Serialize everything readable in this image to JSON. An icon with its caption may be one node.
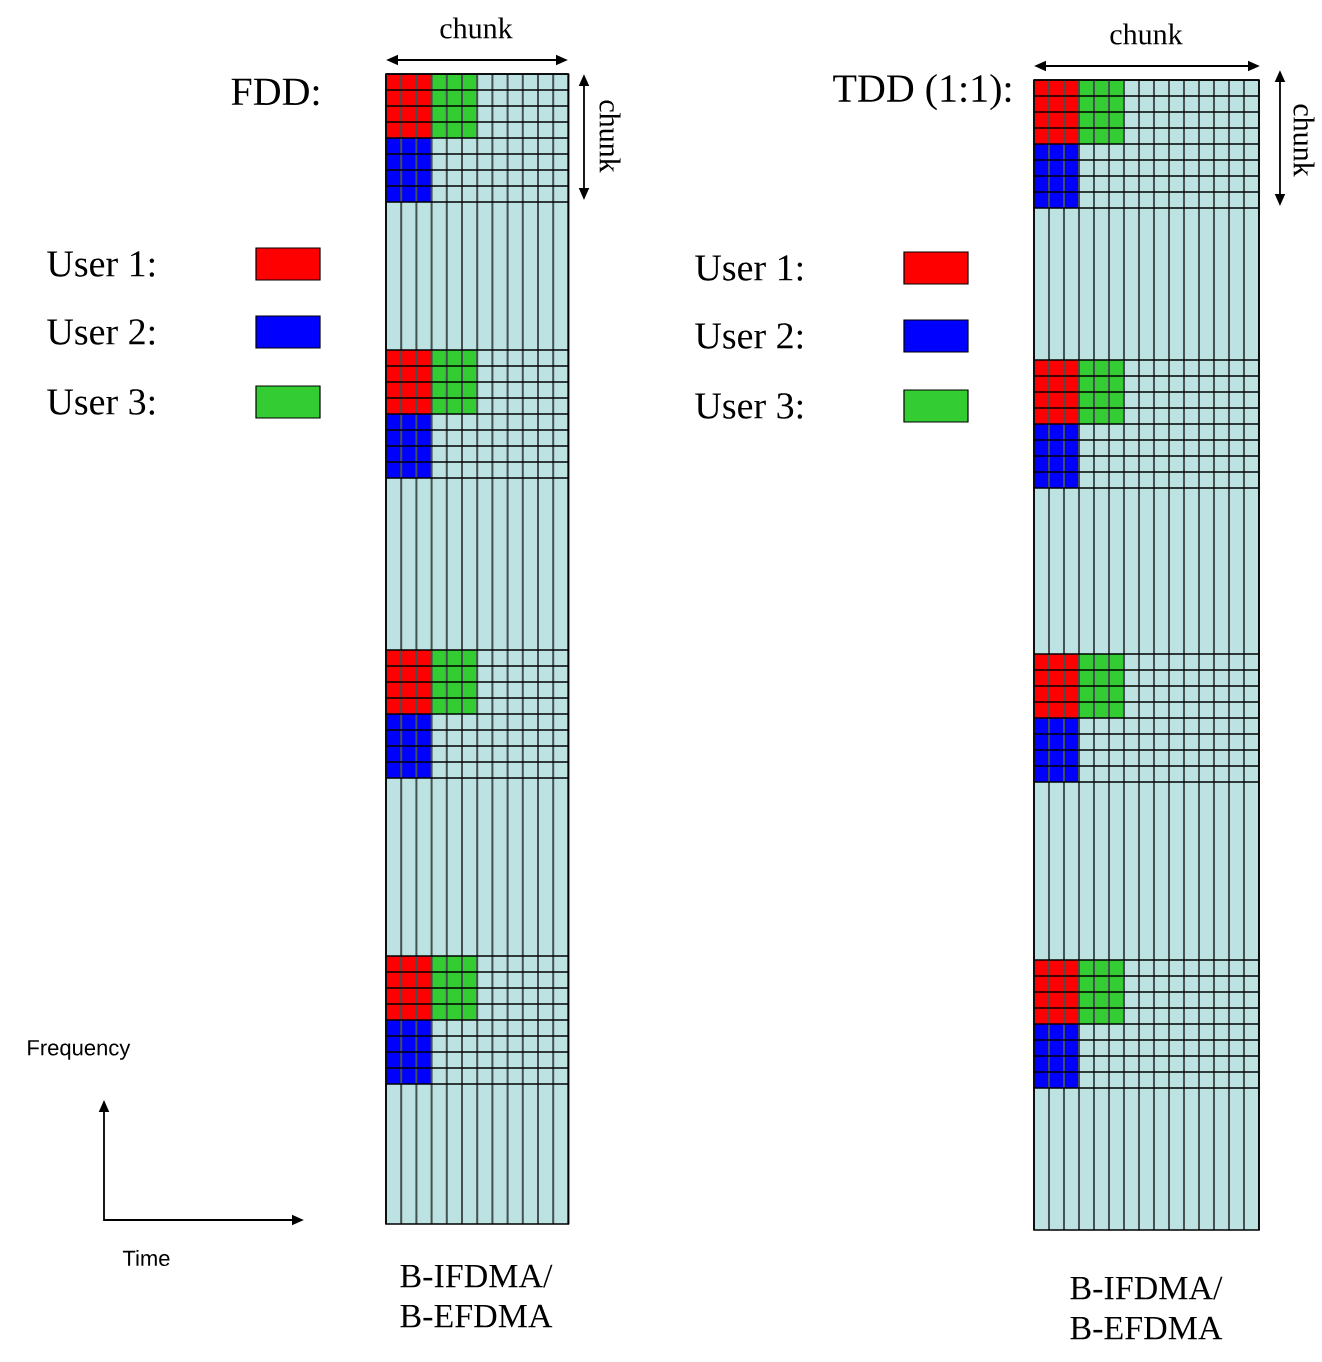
{
  "diagram": {
    "labels": [
      "chunk",
      "chunk",
      "FDD:",
      "chunk",
      "TDD (1:1):",
      "chunk",
      "Frequency",
      "Time",
      "B-IFDMA/ B-EFDMA",
      "B-IFDMA/ B-EFDMA"
    ],
    "legend": [
      {
        "text": "User 1:",
        "color": "#ff0000"
      },
      {
        "text": "User 2:",
        "color": "#0000ff"
      },
      {
        "text": "User 3:",
        "color": "#33cc33"
      },
      {
        "text": "User 1:",
        "color": "#ff0000"
      },
      {
        "text": "User 2:",
        "color": "#0000ff"
      },
      {
        "text": "User 3:",
        "color": "#33cc33"
      }
    ]
  }
}
